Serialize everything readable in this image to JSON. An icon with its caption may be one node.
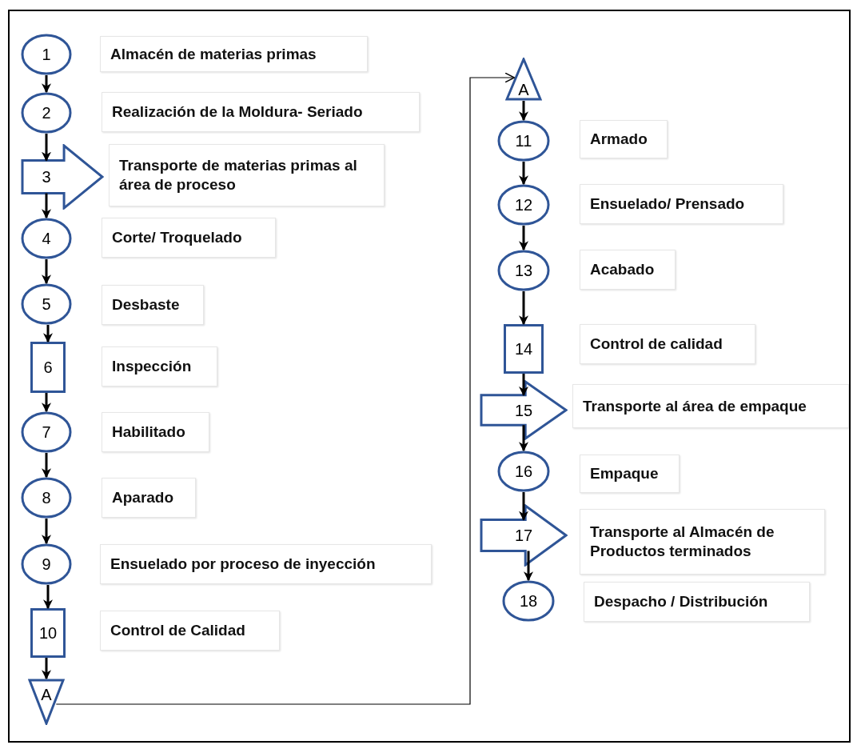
{
  "diagram": {
    "nodes": [
      {
        "text": [
          "1"
        ],
        "beside": [
          "Almacén de materias primas"
        ]
      },
      {
        "text": [
          "2"
        ],
        "beside": [
          "Realización de la Moldura- Seriado"
        ]
      },
      {
        "text": [
          "3"
        ],
        "beside": [
          "Transporte de materias primas al área de proceso"
        ]
      },
      {
        "text": [
          "4"
        ],
        "beside": [
          "Corte/ Troquelado"
        ]
      },
      {
        "text": [
          "5"
        ],
        "beside": [
          "Desbaste"
        ]
      },
      {
        "text": [
          "6"
        ],
        "beside": [
          "Inspección"
        ]
      },
      {
        "text": [
          "7"
        ],
        "beside": [
          "Habilitado"
        ]
      },
      {
        "text": [
          "8"
        ],
        "beside": [
          "Aparado"
        ]
      },
      {
        "text": [
          "9"
        ],
        "beside": [
          "Ensuelado por proceso de inyección"
        ]
      },
      {
        "text": [
          "10"
        ],
        "beside": [
          "Control de Calidad"
        ]
      },
      {
        "text": [
          "A"
        ]
      },
      {
        "text": [
          "A"
        ]
      },
      {
        "text": [
          "11"
        ],
        "beside": [
          "Armado"
        ]
      },
      {
        "text": [
          "12"
        ],
        "beside": [
          "Ensuelado/ Prensado"
        ]
      },
      {
        "text": [
          "13"
        ],
        "beside": [
          "Acabado"
        ]
      },
      {
        "text": [
          "14"
        ],
        "beside": [
          "Control de calidad"
        ]
      },
      {
        "text": [
          "15"
        ],
        "beside": [
          "Transporte al área de empaque"
        ]
      },
      {
        "text": [
          "16"
        ],
        "beside": [
          "Empaque"
        ]
      },
      {
        "text": [
          "17"
        ],
        "beside": [
          "Transporte al Almacén de Productos terminados"
        ]
      },
      {
        "text": [
          "18"
        ],
        "beside": [
          "Despacho / Distribución"
        ]
      }
    ],
    "edges": [
      {
        "from": 0,
        "to": 1,
        "arrow": "to"
      },
      {
        "from": 1,
        "to": 2,
        "arrow": "to"
      },
      {
        "from": 2,
        "to": 3,
        "arrow": "to"
      },
      {
        "from": 3,
        "to": 4,
        "arrow": "to"
      },
      {
        "from": 4,
        "to": 5,
        "arrow": "to"
      },
      {
        "from": 5,
        "to": 6,
        "arrow": "to"
      },
      {
        "from": 6,
        "to": 7,
        "arrow": "to"
      },
      {
        "from": 7,
        "to": 8,
        "arrow": "to"
      },
      {
        "from": 8,
        "to": 9,
        "arrow": "to"
      },
      {
        "from": 9,
        "to": 10,
        "arrow": "to"
      },
      {
        "from": 10,
        "to": 11,
        "arrow": "to"
      },
      {
        "from": 11,
        "to": 12,
        "arrow": "to"
      },
      {
        "from": 12,
        "to": 13,
        "arrow": "to"
      },
      {
        "from": 13,
        "to": 14,
        "arrow": "to"
      },
      {
        "from": 14,
        "to": 15,
        "arrow": "to"
      },
      {
        "from": 15,
        "to": 16,
        "arrow": "to"
      },
      {
        "from": 16,
        "to": 17,
        "arrow": "to"
      },
      {
        "from": 17,
        "to": 18,
        "arrow": "to"
      },
      {
        "from": 18,
        "to": 19,
        "arrow": "to"
      }
    ]
  }
}
